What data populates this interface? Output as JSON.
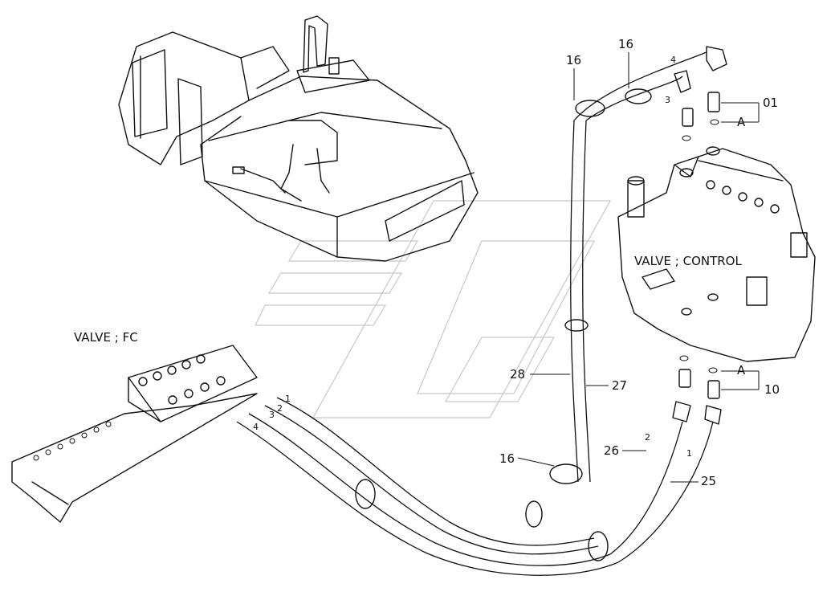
{
  "labels": {
    "valve_control": "VALVE ; CONTROL",
    "valve_fc": "VALVE ; FC",
    "ref_01": "01",
    "ref_10": "10",
    "ref_16_a": "16",
    "ref_16_b": "16",
    "ref_16_c": "16",
    "ref_25": "25",
    "ref_26": "26",
    "ref_27": "27",
    "ref_28": "28",
    "ref_a_top": "A",
    "ref_a_bottom": "A"
  },
  "hose_numbers": {
    "fc_1": "1",
    "fc_2": "2",
    "fc_3": "3",
    "fc_4": "4",
    "top_3": "3",
    "top_4": "4",
    "bottom_1": "1",
    "bottom_2": "2"
  }
}
